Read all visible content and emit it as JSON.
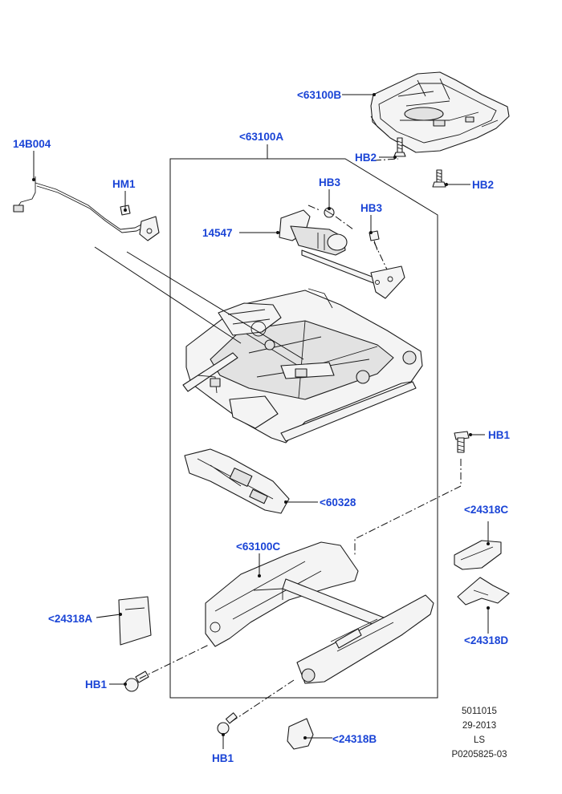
{
  "callouts": {
    "c_63100B": "<63100B",
    "c_14B004": "14B004",
    "c_63100A": "<63100A",
    "c_HB2_upper": "HB2",
    "c_HB2_lower": "HB2",
    "c_HM1": "HM1",
    "c_HB3_left": "HB3",
    "c_HB3_right": "HB3",
    "c_14547": "14547",
    "c_HB1_right": "HB1",
    "c_60328": "<60328",
    "c_24318C": "<24318C",
    "c_63100C": "<63100C",
    "c_24318A": "<24318A",
    "c_24318D": "<24318D",
    "c_HB1_left": "HB1",
    "c_24318B": "<24318B",
    "c_HB1_bottom": "HB1"
  },
  "meta": {
    "line1": "5011015",
    "line2": "29-2013",
    "line3": "LS",
    "line4": "P0205825-03"
  },
  "colors": {
    "callout": "#1a44d6",
    "line": "#111111"
  }
}
